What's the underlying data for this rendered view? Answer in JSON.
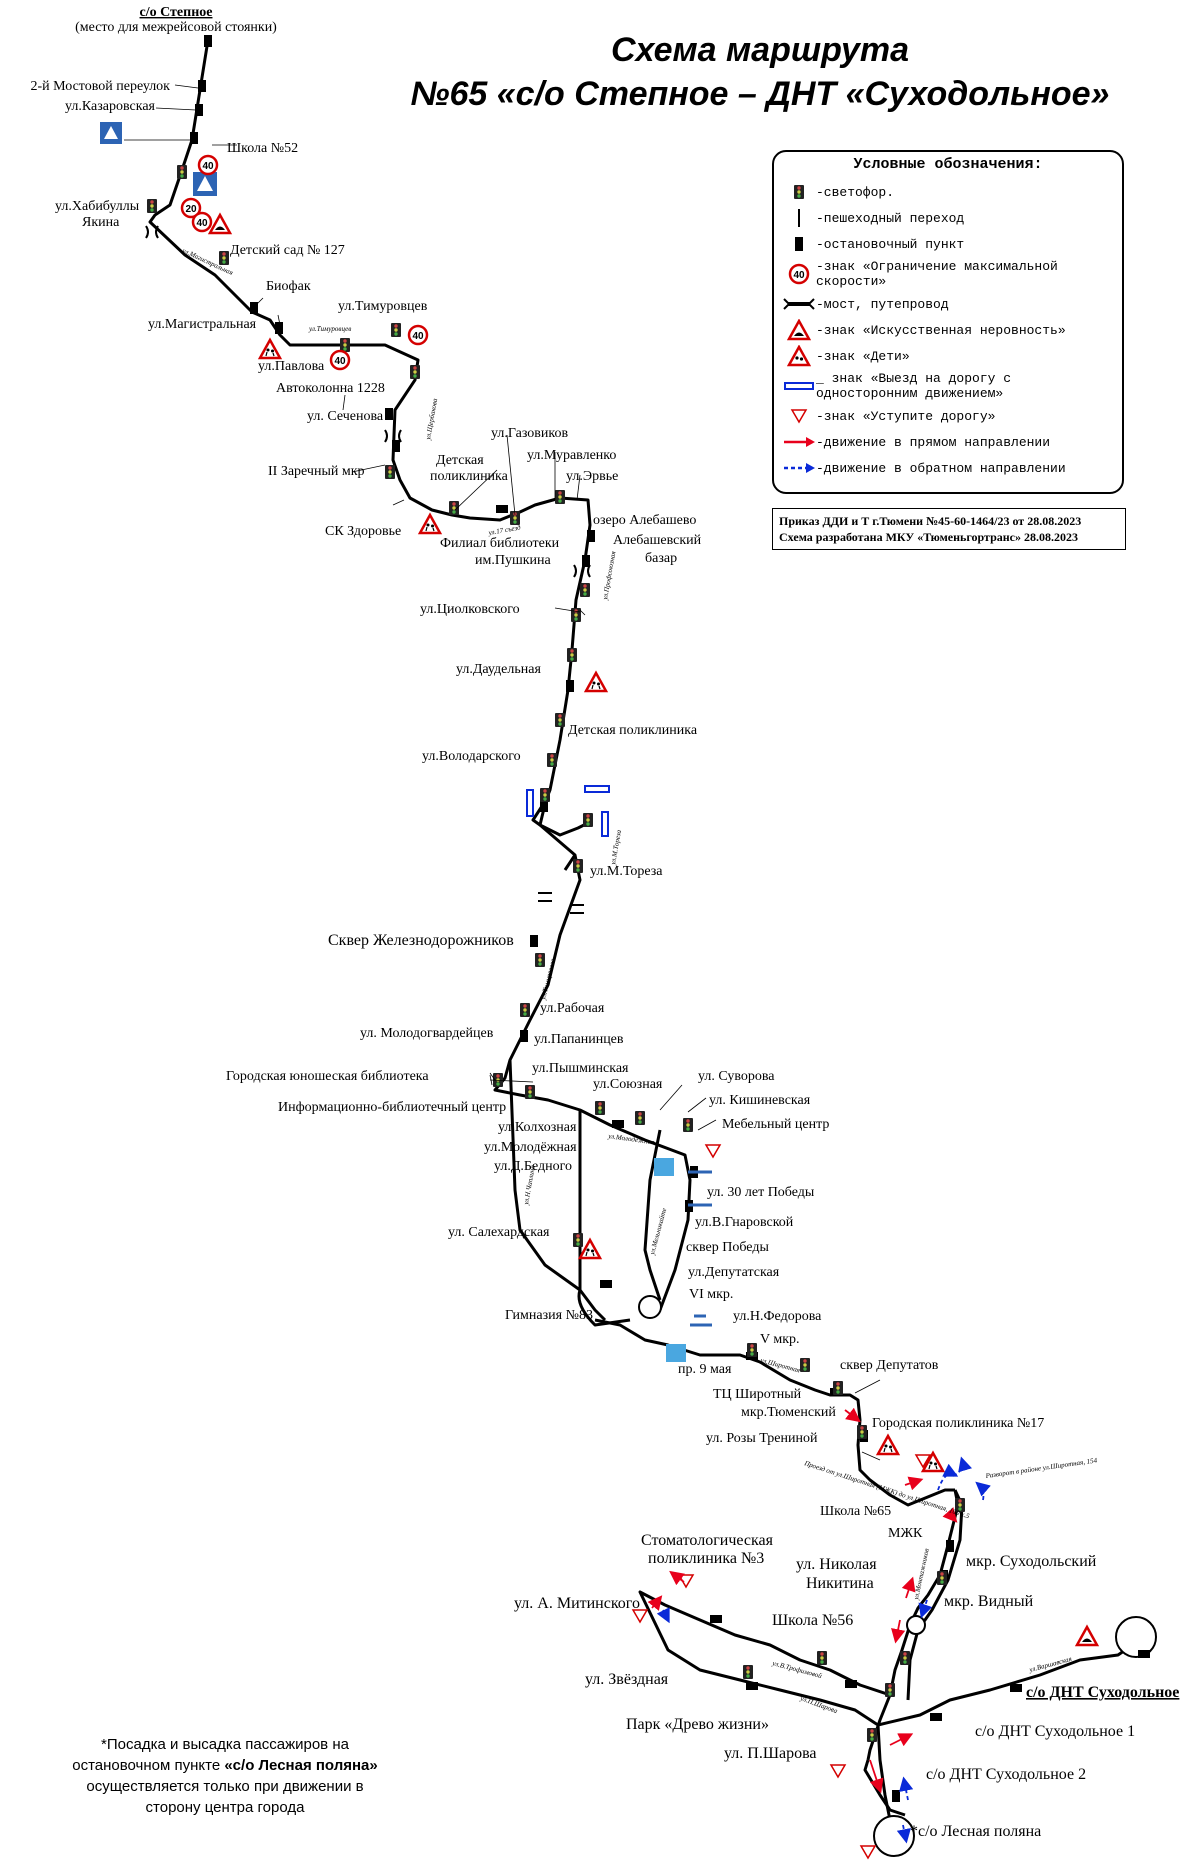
{
  "title": {
    "line1": "Схема маршрута",
    "line2": "№65 «с/о Степное – ДНТ «Суходольное»"
  },
  "legend": {
    "heading": "Условные обозначения:",
    "items": [
      {
        "icon": "traffic-light-icon",
        "text": "-светофор."
      },
      {
        "icon": "crosswalk-icon",
        "text": "-пешеходный переход"
      },
      {
        "icon": "bus-stop-icon",
        "text": "-остановочный пункт"
      },
      {
        "icon": "speed-limit-icon",
        "text": "-знак «Ограничение максимальной скорости»"
      },
      {
        "icon": "bridge-icon",
        "text": "-мост, путепровод"
      },
      {
        "icon": "speed-bump-sign-icon",
        "text": "-знак «Искусственная неровность»"
      },
      {
        "icon": "children-sign-icon",
        "text": "-знак «Дети»"
      },
      {
        "icon": "one-way-sign-icon",
        "text": "_ знак «Выезд на дорогу с односторонним движением»"
      },
      {
        "icon": "yield-sign-icon",
        "text": "-знак «Уступите дорогу»"
      },
      {
        "icon": "forward-arrow-icon",
        "text": "-движение в прямом направлении"
      },
      {
        "icon": "backward-arrow-icon",
        "text": "-движение в обратном направлении"
      }
    ],
    "speed_value": "40"
  },
  "order": {
    "line1": "Приказ ДДИ и Т г.Тюмени №45-60-1464/23 от 28.08.2023",
    "line2": "Схема разработана МКУ «Тюменьгортранс» 28.08.2023"
  },
  "note": {
    "part1": "*Посадка и высадка пассажиров на остановочном пункте ",
    "bold": "«с/о Лесная поляна»",
    "part2": " осуществляется только при движении в сторону центра города"
  },
  "terminal_top": {
    "name": "с/о Степное",
    "sub": "(место для межрейсовой стоянки)"
  },
  "stops": {
    "s1": "2-й Мостовой переулок",
    "s2": "ул.Казаровская",
    "s3": "Школа №52",
    "s4": "ул.Хабибуллы",
    "s4b": "Якина",
    "s5": "Детский сад № 127",
    "s6": "Биофак",
    "s7": "ул.Магистральная",
    "s8": "ул.Тимуровцев",
    "s9": "ул.Павлова",
    "s10": "Автоколонна 1228",
    "s11": "ул. Сеченова",
    "s12": "II Заречный мкр",
    "s13": "СК Здоровье",
    "s14": "Детская",
    "s14b": "поликлиника",
    "s15": "ул.Газовиков",
    "s16": "ул.Муравленко",
    "s17": "ул.Эрвье",
    "s18": "Филиал библиотеки",
    "s18b": "им.Пушкина",
    "s19": "озеро Алебашево",
    "s20": "Алебашевский",
    "s20b": "базар",
    "s21": "ул.Циолковского",
    "s22": "ул.Даудельная",
    "s23": "Детская поликлиника",
    "s24": "ул.Володарского",
    "s25": "ул.М.Тореза",
    "s26": "Сквер Железнодорожников",
    "s27": "ул.Рабочая",
    "s28": "ул. Молодогвардейцев",
    "s29": "ул.Папанинцев",
    "s30": "Городская юношеская библиотека",
    "s31": "Информационно-библиотечный центр",
    "s32": "ул.Пышминская",
    "s33": "ул.Союзная",
    "s34": "ул. Суворова",
    "s35": "ул. Кишиневская",
    "s36": "Мебельный центр",
    "s37": "ул.Колхозная",
    "s38": "ул.Молодёжная",
    "s39": "ул.Д.Бедного",
    "s40": "ул. 30 лет Победы",
    "s41": "ул.В.Гнаровской",
    "s42": "сквер Победы",
    "s43": "ул. Салехардская",
    "s44": "ул.Депутатская",
    "s45": "VI мкр.",
    "s46": "Гимназия №83",
    "s47": "ул.Н.Федорова",
    "s48": "V мкр.",
    "s49": "пр. 9 мая",
    "s50": "сквер Депутатов",
    "s51": "ТЦ Широтный",
    "s52": "мкр.Тюменский",
    "s53": "Городская поликлиника №17",
    "s54": "ул. Розы Трениной",
    "s55": "Школа №65",
    "s56": "МЖК",
    "s57": "мкр. Суходольский",
    "s58": "мкр. Видный",
    "s59": "Стоматологическая",
    "s59b": "поликлиника №3",
    "s60": "ул. Николая",
    "s60b": "Никитина",
    "s61": "ул. А. Митинского",
    "s62": "Школа №56",
    "s63": "ул. Звёздная",
    "s64": "Парк «Древо жизни»",
    "s65": "ул. П.Шарова",
    "s66": "с/о ДНТ Суходольное 1",
    "s67": "с/о ДНТ Суходольное 2",
    "s68": "*с/о Лесная поляна",
    "terminal_end": "с/о ДНТ Суходольное"
  },
  "streets": {
    "st1": "ул.Магистральная",
    "st2": "ул.Тимуровцев",
    "st3": "ул.Щербакова",
    "st4": "ул.17 съезд",
    "st5": "ул.Профсоюзная",
    "st6": "ул.М.Тореза",
    "st7": "ул.Тимирязева",
    "st8": "ул.Молодежная",
    "st9": "ул.Н.Чаплина",
    "st10": "ул.Мельникайте",
    "st11": "ул.Широтная",
    "st12": "ул.Монтажников",
    "st13": "ул.Варшавская",
    "st14": "ул.В.Трофимовой",
    "st15": "ул.П.Шарова",
    "note1": "Проезд от ул.Широтная (МЖК) до ул.Широтная, 100 к.5",
    "note2": "Разворот в районе ул.Широтная, 154"
  },
  "speed_signs": [
    "40",
    "20",
    "40",
    "40",
    "40"
  ],
  "colors": {
    "forward": "#e8001c",
    "backward": "#0a2ad8",
    "sign_blue": "#2d64b4",
    "sign_red": "#d40000",
    "light_blue": "#4aa7e0"
  }
}
